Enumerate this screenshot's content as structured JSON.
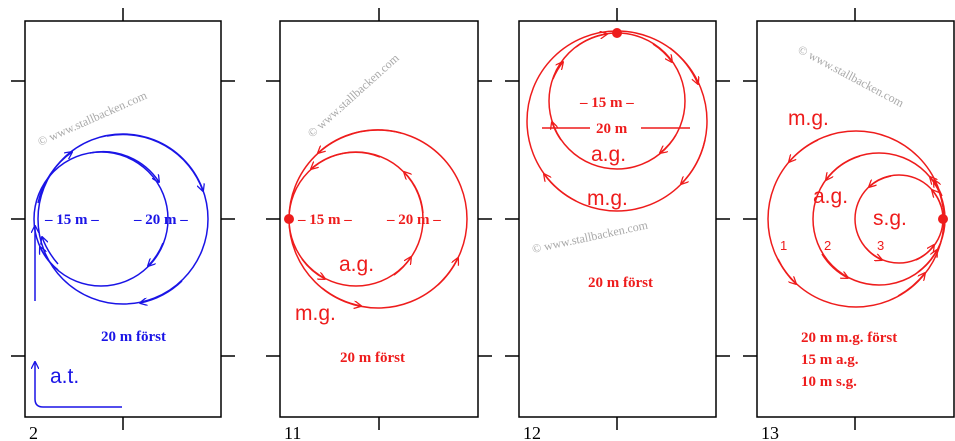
{
  "colors": {
    "blue": "#1a14e6",
    "red": "#ee1c1c",
    "black": "#000000",
    "watermark": "#a9a9a9"
  },
  "watermark": "© www.stallbacken.com",
  "panels": [
    {
      "number": "2",
      "labels": {
        "r15": "– 15 m –",
        "r20": "– 20 m –",
        "gait_at": "a.t.",
        "caption": "20 m först"
      }
    },
    {
      "number": "11",
      "labels": {
        "r15": "– 15 m –",
        "r20": "– 20 m –",
        "gait_ag": "a.g.",
        "gait_mg": "m.g.",
        "caption": "20 m först"
      }
    },
    {
      "number": "12",
      "labels": {
        "r15": "– 15 m –",
        "r20": "20 m",
        "gait_ag": "a.g.",
        "gait_mg": "m.g.",
        "caption": "20 m först"
      }
    },
    {
      "number": "13",
      "labels": {
        "gait_mg": "m.g.",
        "gait_ag": "a.g.",
        "gait_sg": "s.g.",
        "circle1": "1",
        "circle2": "2",
        "circle3": "3",
        "caption_line1": "20 m m.g. först",
        "caption_line2": "15 m a.g.",
        "caption_line3": "10 m s.g."
      }
    }
  ]
}
